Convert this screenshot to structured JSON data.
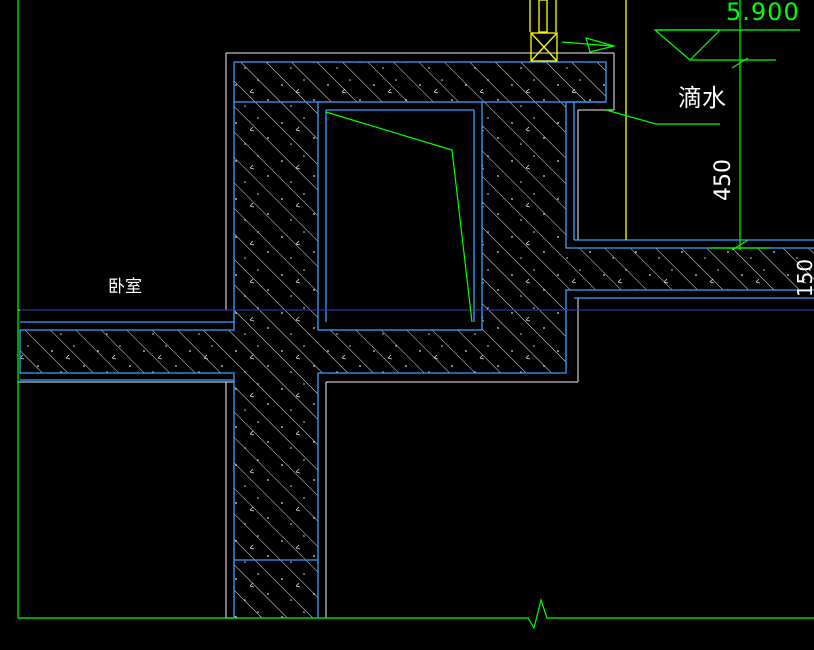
{
  "drawing": {
    "elevation_label": "5.900",
    "drip_label": "滴水",
    "dim_450": "450",
    "dim_150": "150",
    "room_label": "卧室"
  },
  "colors": {
    "background": "#000000",
    "wall_outline": "#3aa0ff",
    "annotation": "#00ff00",
    "hatch": "#e6e6e6",
    "window_frame": "#ffff00",
    "plan_line": "#ffffff"
  }
}
